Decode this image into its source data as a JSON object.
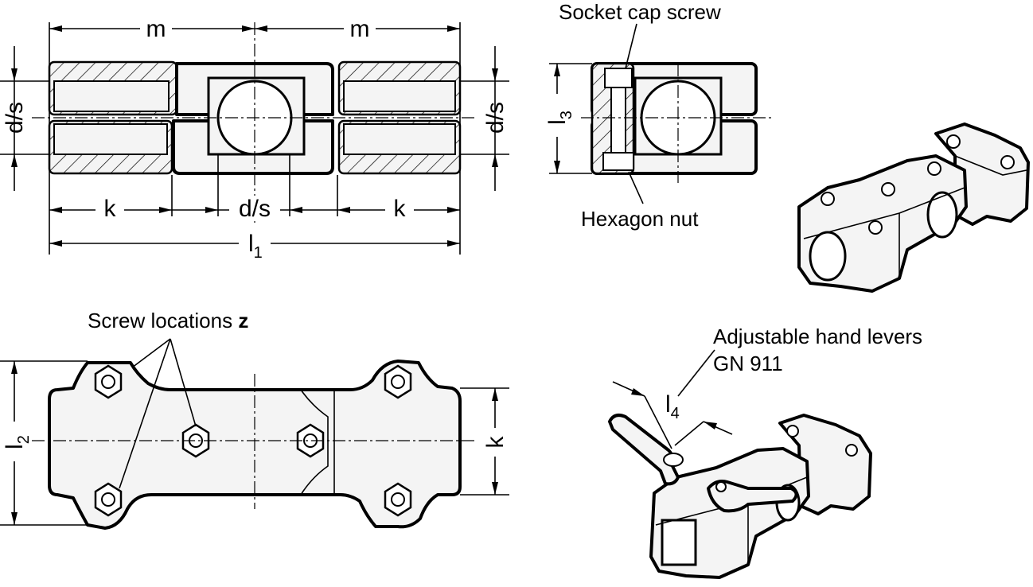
{
  "labels": {
    "m": "m",
    "d_s": "d/s",
    "k": "k",
    "l": "l",
    "sub_1": "1",
    "sub_2": "2",
    "sub_3": "3",
    "sub_4": "4",
    "socket_cap_screw": "Socket cap screw",
    "hexagon_nut": "Hexagon nut",
    "screw_locations": "Screw locations ",
    "screw_locations_z": "z",
    "adjustable_levers_line1": "Adjustable hand levers",
    "adjustable_levers_line2": "GN 911"
  }
}
